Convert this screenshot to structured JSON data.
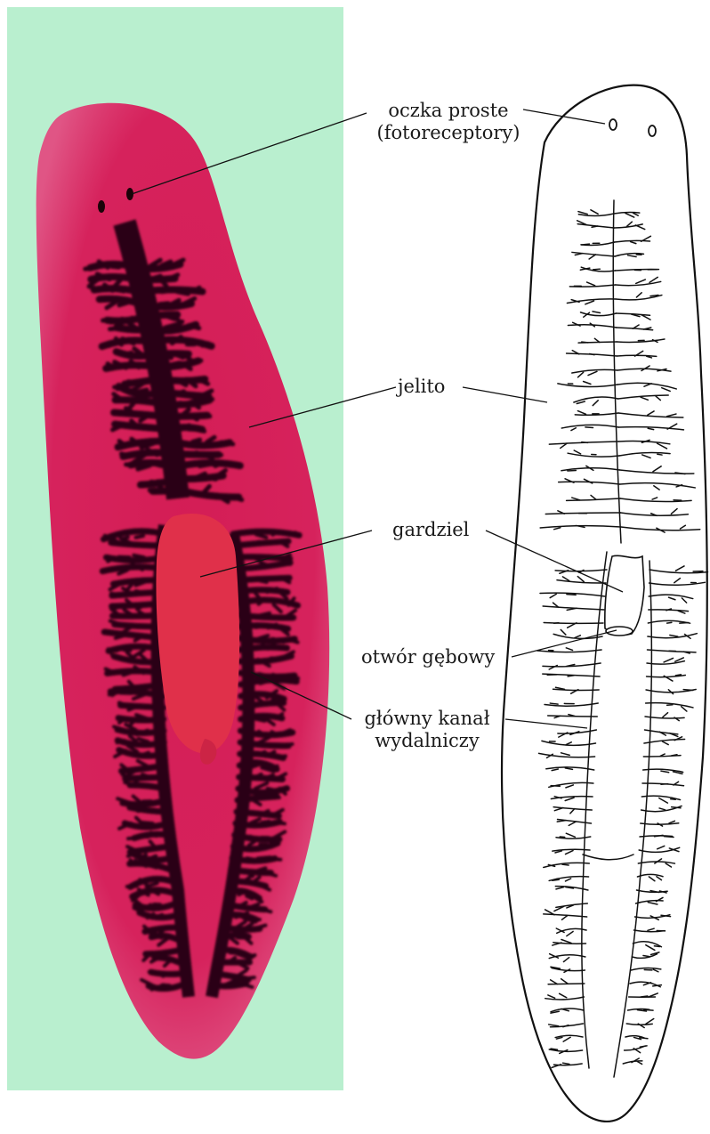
{
  "colors": {
    "background_panel": "#b9efcf",
    "body_fill": "#d81d5a",
    "gut": "#2a0612",
    "pharynx": "#e4344e",
    "outline": "#111111",
    "leader_line": "#111111"
  },
  "labels": {
    "eyes": [
      "oczka proste",
      "(fotoreceptory)"
    ],
    "gut": "jelito",
    "pharynx": "gardziel",
    "mouth": "otwór gębowy",
    "excretory": [
      "główny kanał",
      "wydalniczy"
    ]
  }
}
